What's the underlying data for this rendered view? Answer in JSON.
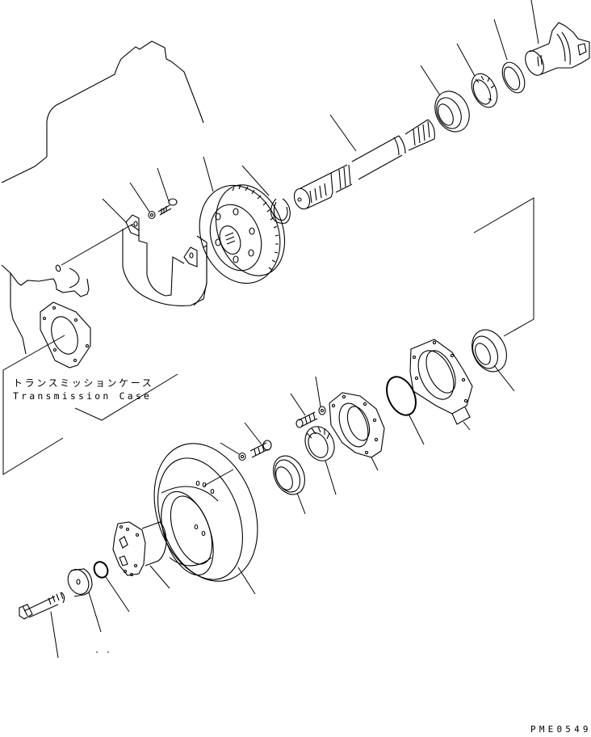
{
  "drawing": {
    "type": "exploded parts diagram",
    "subject": "Transmission output shaft / parking brake drum assembly",
    "code": "PME0549"
  },
  "labels": {
    "transmission_case_jp": "トランスミッションケース",
    "transmission_case_en": "Transmission Case"
  },
  "parts": [
    {
      "name": "yoke",
      "group": "upper-shaft"
    },
    {
      "name": "lock-ring",
      "group": "upper-shaft"
    },
    {
      "name": "nut",
      "group": "upper-shaft"
    },
    {
      "name": "bearing",
      "group": "upper-shaft"
    },
    {
      "name": "output-shaft",
      "group": "upper-shaft"
    },
    {
      "name": "snap-ring",
      "group": "upper-shaft"
    },
    {
      "name": "gear",
      "group": "upper-shaft"
    },
    {
      "name": "bolt",
      "group": "guard"
    },
    {
      "name": "washer",
      "group": "guard"
    },
    {
      "name": "guard",
      "group": "guard"
    },
    {
      "name": "gasket",
      "group": "case"
    },
    {
      "name": "bearing",
      "group": "lower-housing"
    },
    {
      "name": "cage",
      "group": "lower-housing"
    },
    {
      "name": "o-ring",
      "group": "lower-housing"
    },
    {
      "name": "retainer",
      "group": "lower-housing"
    },
    {
      "name": "washer",
      "group": "lower-housing"
    },
    {
      "name": "bolt",
      "group": "lower-housing"
    },
    {
      "name": "bearing",
      "group": "lower-housing"
    },
    {
      "name": "oil-seal",
      "group": "lower-housing"
    },
    {
      "name": "bolt",
      "group": "brake"
    },
    {
      "name": "washer",
      "group": "brake"
    },
    {
      "name": "brake-drum",
      "group": "brake"
    },
    {
      "name": "coupling",
      "group": "brake"
    },
    {
      "name": "o-ring",
      "group": "brake"
    },
    {
      "name": "holder",
      "group": "brake"
    },
    {
      "name": "bolt",
      "group": "brake"
    }
  ],
  "colors": {
    "line": "#000000",
    "background": "#ffffff"
  }
}
